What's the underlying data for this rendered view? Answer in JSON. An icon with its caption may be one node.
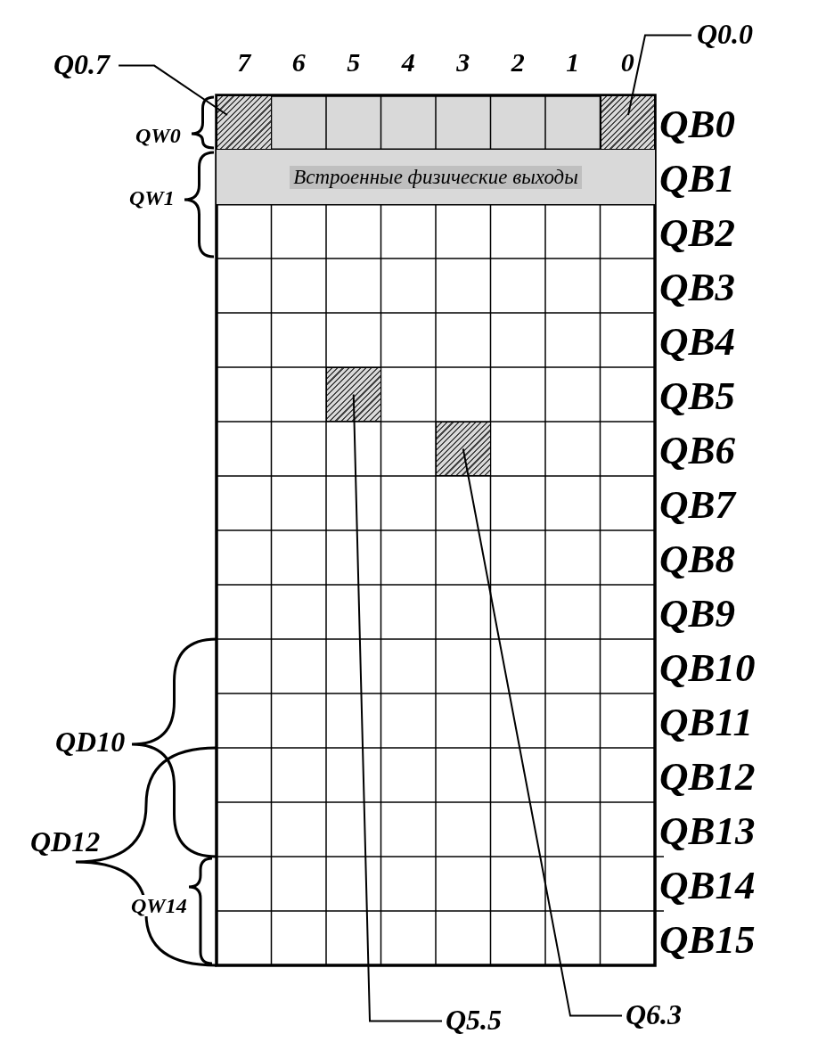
{
  "diagram": {
    "nodes": [
      {
        "text": [
          "Q0.7"
        ]
      },
      {
        "text": [
          "Q0.0"
        ]
      },
      {
        "text": [],
        "shape": "box"
      },
      {
        "text": [],
        "shape": "box"
      },
      {
        "text": [
          "Встроенные физические выходы"
        ]
      },
      {
        "text": [],
        "shape": "box"
      },
      {
        "text": [],
        "shape": "box"
      },
      {
        "text": [
          "Q5.5"
        ]
      },
      {
        "text": [
          "Q6.3"
        ]
      }
    ],
    "edges": [
      {
        "from": 0,
        "to": 2,
        "arrow": "none"
      },
      {
        "from": 1,
        "to": 3,
        "arrow": "none"
      },
      {
        "from": 7,
        "to": 5,
        "arrow": "none"
      },
      {
        "from": 8,
        "to": 6,
        "arrow": "none"
      }
    ],
    "labels": [
      "7",
      "6",
      "5",
      "4",
      "3",
      "2",
      "1",
      "0",
      "QB0",
      "QB1",
      "QB2",
      "QB3",
      "QB4",
      "QB5",
      "QB6",
      "QB7",
      "QB8",
      "QB9",
      "QB10",
      "QB11",
      "QB12",
      "QB13",
      "QB14",
      "QB15",
      "QW0",
      "QW1",
      "QD10",
      "QD12",
      "QW14"
    ]
  }
}
